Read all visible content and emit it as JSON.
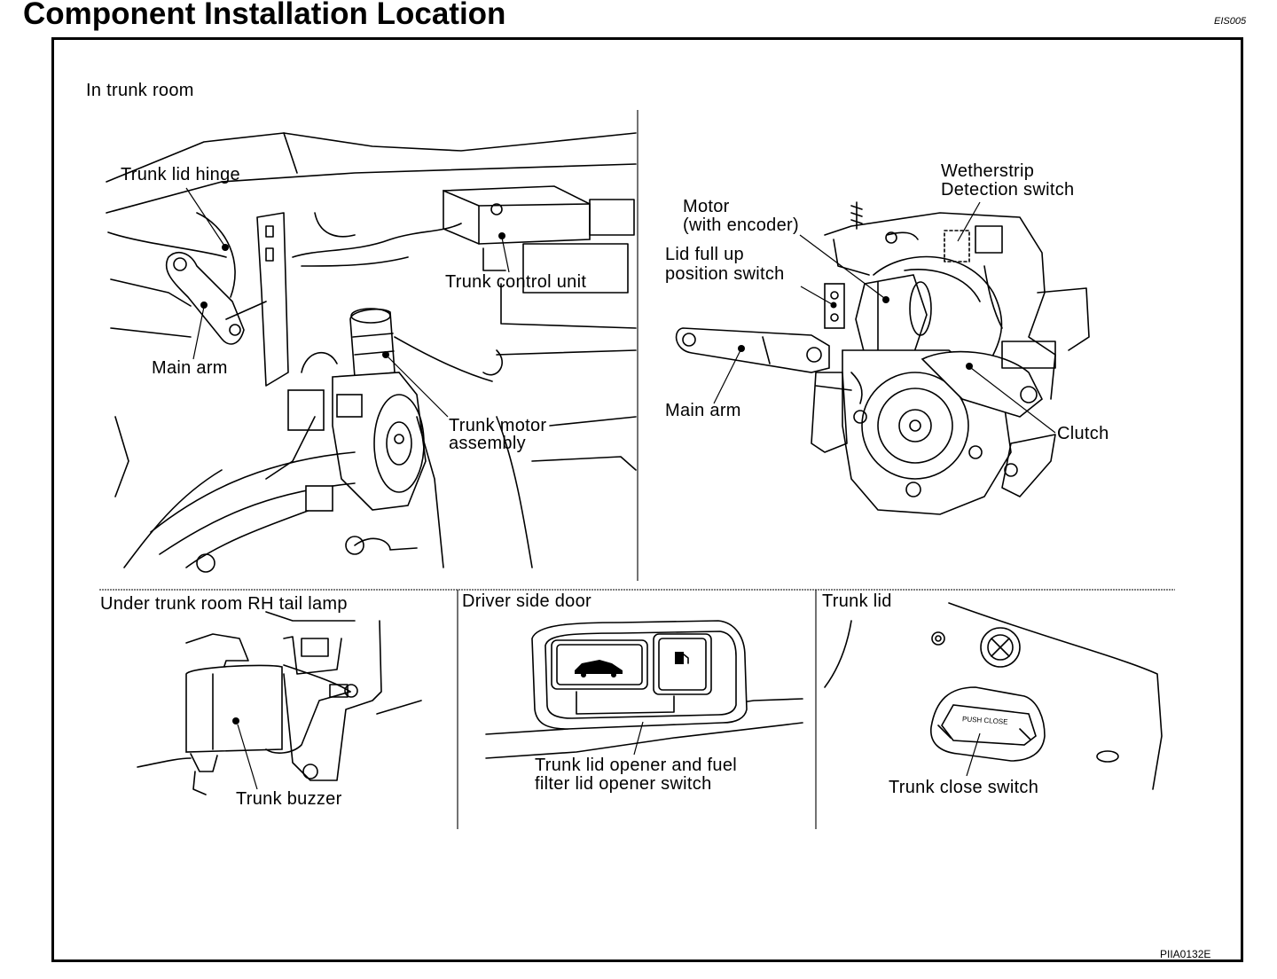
{
  "header": {
    "title": "Component Installation Location",
    "code": "EIS005"
  },
  "panels": {
    "trunk_room": {
      "heading": "In trunk room",
      "labels": {
        "hinge": "Trunk lid hinge",
        "control_unit": "Trunk control unit",
        "main_arm": "Main arm",
        "motor_assembly_1": "Trunk motor",
        "motor_assembly_2": "assembly"
      }
    },
    "detail": {
      "labels": {
        "weatherstrip_1": "Wetherstrip",
        "weatherstrip_2": "Detection switch",
        "motor_1": "Motor",
        "motor_2": "(with encoder)",
        "lid_switch_1": "Lid full up",
        "lid_switch_2": "position switch",
        "main_arm": "Main arm",
        "clutch": "Clutch"
      }
    },
    "tail_lamp": {
      "heading": "Under trunk room RH tail lamp",
      "labels": {
        "buzzer": "Trunk buzzer"
      }
    },
    "driver_door": {
      "heading": "Driver side door",
      "labels": {
        "switch_1": "Trunk lid opener and fuel",
        "switch_2": "filter lid opener switch"
      }
    },
    "trunk_lid": {
      "heading": "Trunk lid",
      "labels": {
        "close_switch": "Trunk close switch",
        "button_text": "PUSH CLOSE"
      }
    }
  },
  "footer": {
    "reference": "PIIA0132E"
  },
  "icons": [
    "car-trunk-icon",
    "fuel-pump-icon",
    "screw-icon"
  ]
}
